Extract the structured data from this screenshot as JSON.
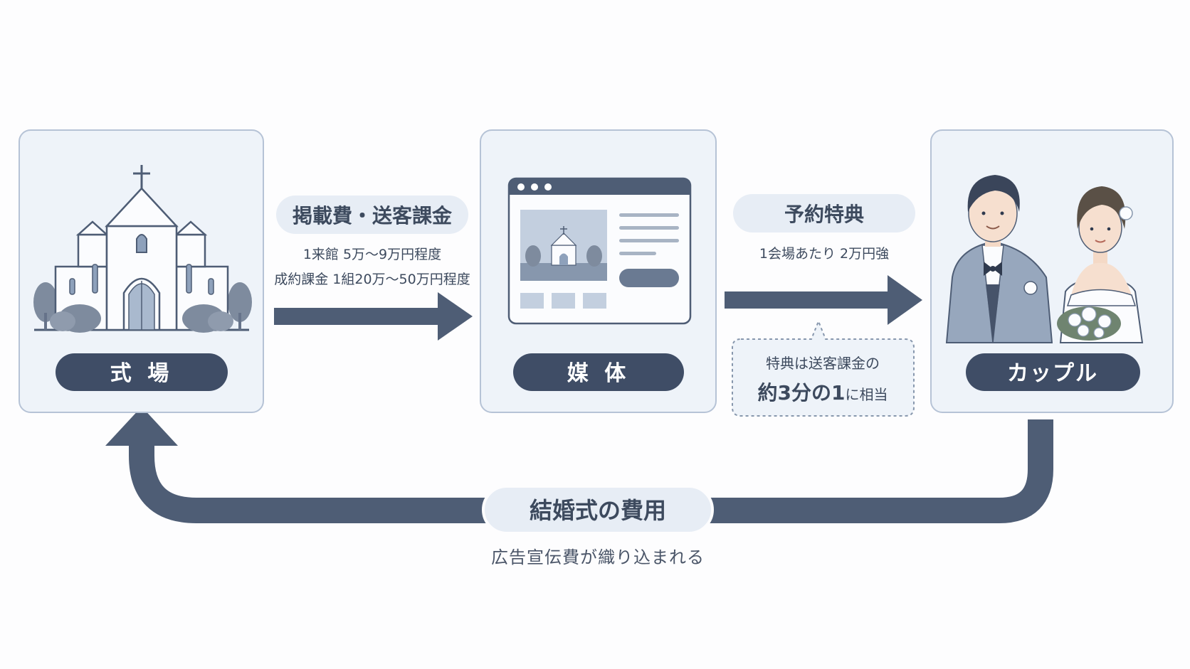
{
  "nodes": {
    "venue": {
      "label": "式 場"
    },
    "media": {
      "label": "媒 体"
    },
    "couple": {
      "label": "カップル"
    }
  },
  "flow_venue_to_media": {
    "title": "掲載費・送客課金",
    "line1": "1来館 5万〜9万円程度",
    "line2": "成約課金 1組20万〜50万円程度"
  },
  "flow_media_to_couple": {
    "title": "予約特典",
    "line1": "1会場あたり 2万円強"
  },
  "note": {
    "line1": "特典は送客課金の",
    "emphasis": "約3分の1",
    "suffix": "に相当"
  },
  "flow_couple_to_venue": {
    "title": "結婚式の費用",
    "caption": "広告宣伝費が織り込まれる"
  },
  "colors": {
    "navy": "#4e5d75",
    "card_bg": "#eef3f9",
    "card_border": "#b6c3d6",
    "pill_bg": "#e7edf5"
  }
}
